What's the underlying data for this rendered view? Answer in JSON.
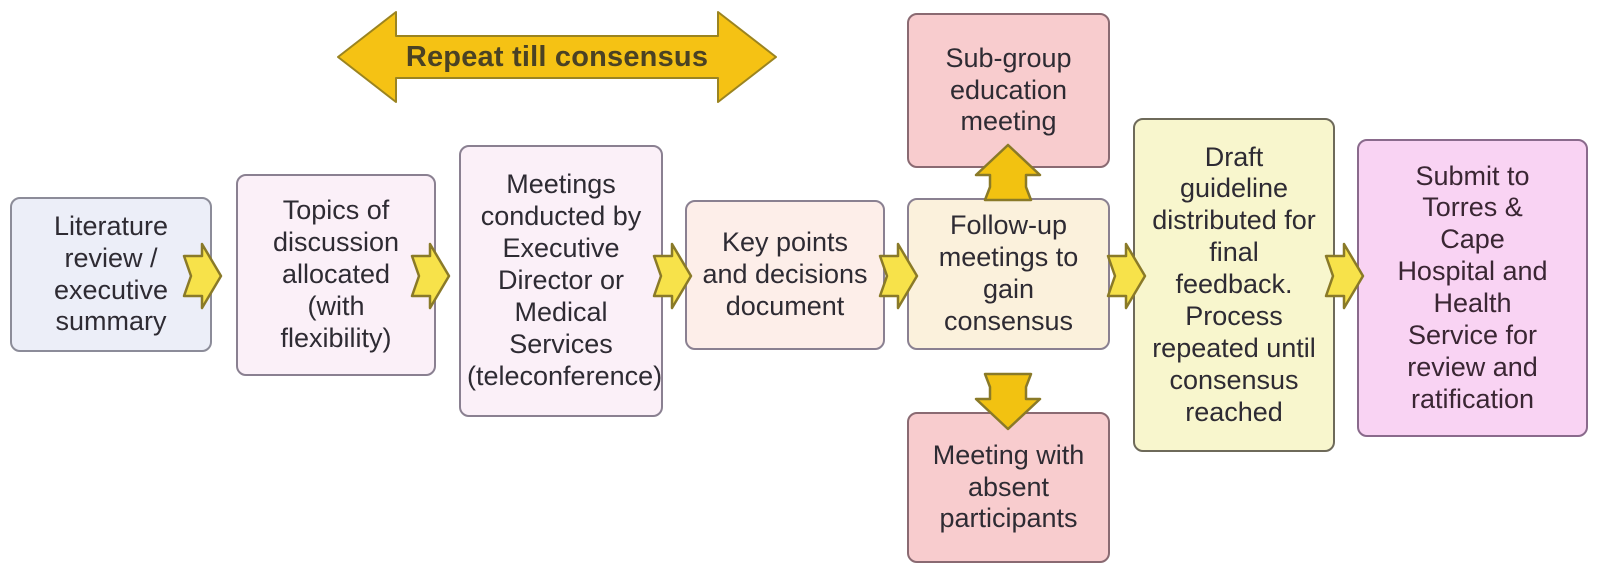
{
  "diagram": {
    "title": "Guideline development consensus process flowchart",
    "banner": {
      "label": "Repeat till consensus",
      "shape": "double-headed-horizontal-arrow",
      "color": "#F5C214",
      "text_color": "#4A4224"
    },
    "colors": {
      "arrow_fill": "#F7E24A",
      "arrow_stroke": "#8A7A28",
      "vertical_arrow_fill": "#F2C211",
      "box_border": "#8A8091",
      "text": "#2E2B33",
      "lavender": "#ECEEF8",
      "pale_pink": "#FBF0F8",
      "peach": "#FDEEE9",
      "cream": "#FBF1DC",
      "pale_yellow": "#F8F6CD",
      "rose": "#F8CCCE",
      "magenta": "#F9D3F3"
    },
    "nodes": [
      {
        "id": "literature-review",
        "label": "Literature\nreview /\nexecutive\nsummary",
        "color": "#ECEEF8"
      },
      {
        "id": "topics-of-discussion",
        "label": "Topics of\ndiscussion\nallocated\n(with\nflexibility)",
        "color": "#FBF0F8"
      },
      {
        "id": "meetings-conducted",
        "label": "Meetings\nconducted by\nExecutive\nDirector or\nMedical\nServices\n(teleconference)",
        "color": "#FBF0F8"
      },
      {
        "id": "key-points-document",
        "label": "Key points\nand decisions\ndocument",
        "color": "#FDEEE9"
      },
      {
        "id": "follow-up-meetings",
        "label": "Follow-up\nmeetings to\ngain\nconsensus",
        "color": "#FBF1DC"
      },
      {
        "id": "draft-guideline",
        "label": "Draft\nguideline\ndistributed for\nfinal\nfeedback.\nProcess\nrepeated until\nconsensus\nreached",
        "color": "#F8F6CD"
      },
      {
        "id": "submit-for-review",
        "label": "Submit to\nTorres &\nCape\nHospital and\nHealth\nService for\nreview and\nratification",
        "color": "#F9D3F3"
      }
    ],
    "branches": [
      {
        "id": "sub-group-education",
        "label": "Sub-group\neducation\nmeeting",
        "color": "#F8CCCE",
        "direction": "up"
      },
      {
        "id": "absent-participants",
        "label": "Meeting with\nabsent\nparticipants",
        "color": "#F8CCCE",
        "direction": "down"
      }
    ],
    "connectors": [
      {
        "from": "literature-review",
        "to": "topics-of-discussion",
        "type": "chevron-right"
      },
      {
        "from": "topics-of-discussion",
        "to": "meetings-conducted",
        "type": "chevron-right"
      },
      {
        "from": "meetings-conducted",
        "to": "key-points-document",
        "type": "chevron-right"
      },
      {
        "from": "key-points-document",
        "to": "follow-up-meetings",
        "type": "chevron-right"
      },
      {
        "from": "follow-up-meetings",
        "to": "draft-guideline",
        "type": "chevron-right"
      },
      {
        "from": "draft-guideline",
        "to": "submit-for-review",
        "type": "chevron-right"
      },
      {
        "from": "follow-up-meetings",
        "to": "sub-group-education",
        "type": "arrow-up"
      },
      {
        "from": "follow-up-meetings",
        "to": "absent-participants",
        "type": "arrow-down"
      }
    ]
  }
}
